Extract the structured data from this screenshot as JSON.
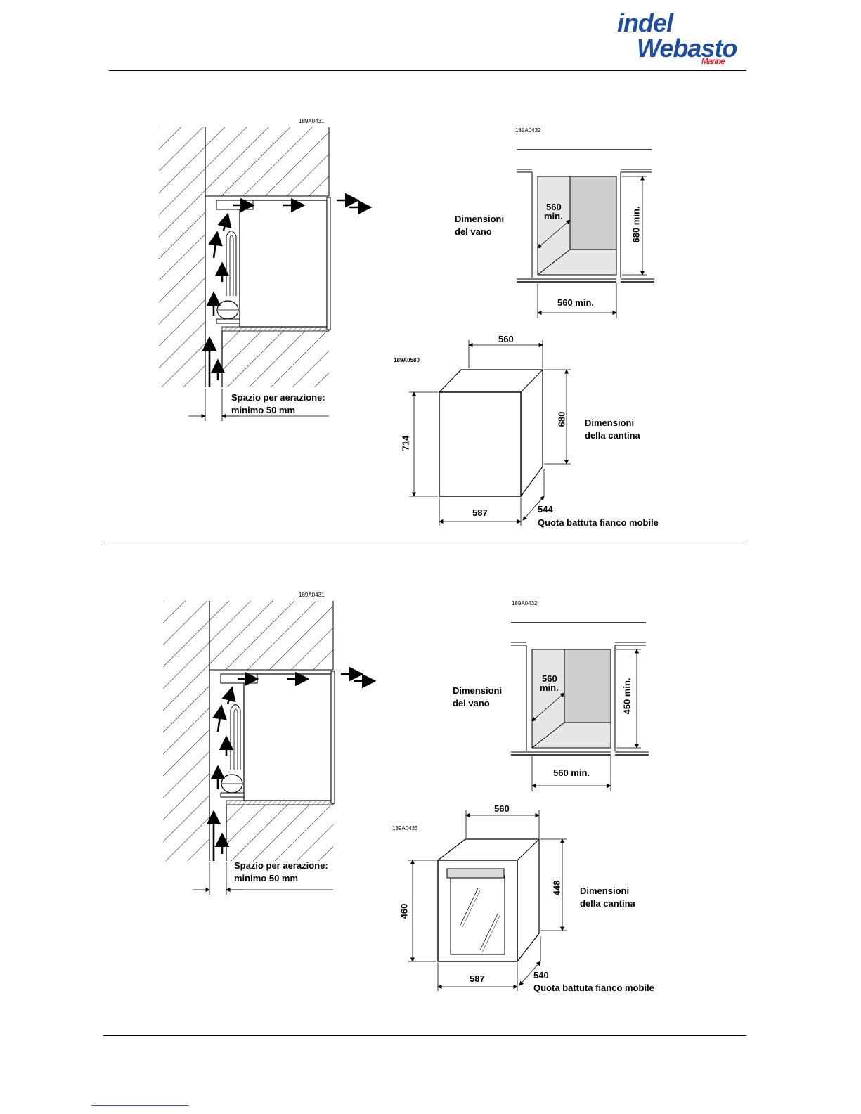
{
  "header": {
    "logo_line1": "indel",
    "logo_line2": "Webasto",
    "logo_line3": "Marine",
    "brand_blue": "#1d4ea0",
    "brand_red": "#d1202a"
  },
  "section_top": {
    "side_view": {
      "code": "189A0431",
      "ventilation_label_line1": "Spazio per aerazione:",
      "ventilation_label_line2": "minimo 50 mm"
    },
    "niche_view": {
      "code": "189A0432",
      "label_line1": "Dimensioni",
      "label_line2": "del vano",
      "depth_line1": "560",
      "depth_line2": "min.",
      "height": "680 min.",
      "width": "560 min."
    },
    "cabinet_view": {
      "code": "189A0580",
      "label_line1": "Dimensioni",
      "label_line2": "della cantina",
      "top_width": "560",
      "right_height": "680",
      "left_height": "714",
      "bottom_width": "587",
      "side_depth": "544",
      "side_note": "Quota battuta fianco mobile"
    }
  },
  "section_bottom": {
    "side_view": {
      "code": "189A0431",
      "ventilation_label_line1": "Spazio per aerazione:",
      "ventilation_label_line2": "minimo 50 mm"
    },
    "niche_view": {
      "code": "189A0432",
      "label_line1": "Dimensioni",
      "label_line2": "del vano",
      "depth_line1": "560",
      "depth_line2": "min.",
      "height": "450 min.",
      "width": "560 min."
    },
    "cabinet_view": {
      "code": "189A0433",
      "label_line1": "Dimensioni",
      "label_line2": "della cantina",
      "top_width": "560",
      "right_height": "448",
      "left_height": "460",
      "bottom_width": "587",
      "side_depth": "540",
      "side_note": "Quota battuta fianco mobile"
    }
  }
}
